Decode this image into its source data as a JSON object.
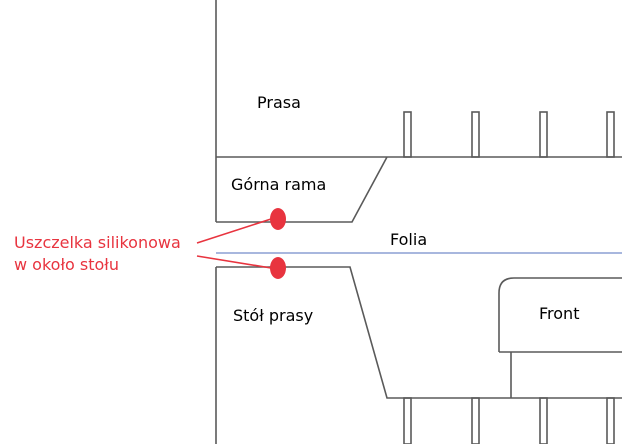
{
  "labels": {
    "press": "Prasa",
    "upper_frame": "Górna rama",
    "foil": "Folia",
    "press_table": "Stół prasy",
    "front": "Front",
    "seal_line1": "Uszczelka silikonowa",
    "seal_line2": "w około stołu"
  },
  "colors": {
    "seal": "#e8343f",
    "foil_line": "#8b9fd4",
    "lines": "#5a5a5a"
  }
}
